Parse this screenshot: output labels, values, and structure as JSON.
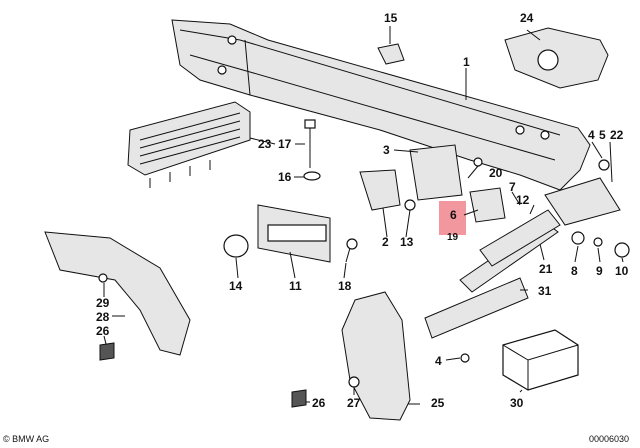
{
  "diagram": {
    "highlight_color": "#f0858d",
    "labels": {
      "p1": "1",
      "p2": "2",
      "p3": "3",
      "p4a": "4",
      "p4b": "4",
      "p5": "5",
      "p6": "6",
      "p7": "7",
      "p8": "8",
      "p9": "9",
      "p10": "10",
      "p11": "11",
      "p12": "12",
      "p13": "13",
      "p14": "14",
      "p15": "15",
      "p16": "16",
      "p17": "17",
      "p18": "18",
      "p19": "19",
      "p20": "20",
      "p21": "21",
      "p22": "22",
      "p23": "23",
      "p24": "24",
      "p25": "25",
      "p26a": "26",
      "p26b": "26",
      "p27": "27",
      "p28": "28",
      "p29": "29",
      "p30": "30",
      "p31": "31"
    },
    "footer": {
      "brand": "© BMW AG",
      "code": "00006030"
    }
  }
}
